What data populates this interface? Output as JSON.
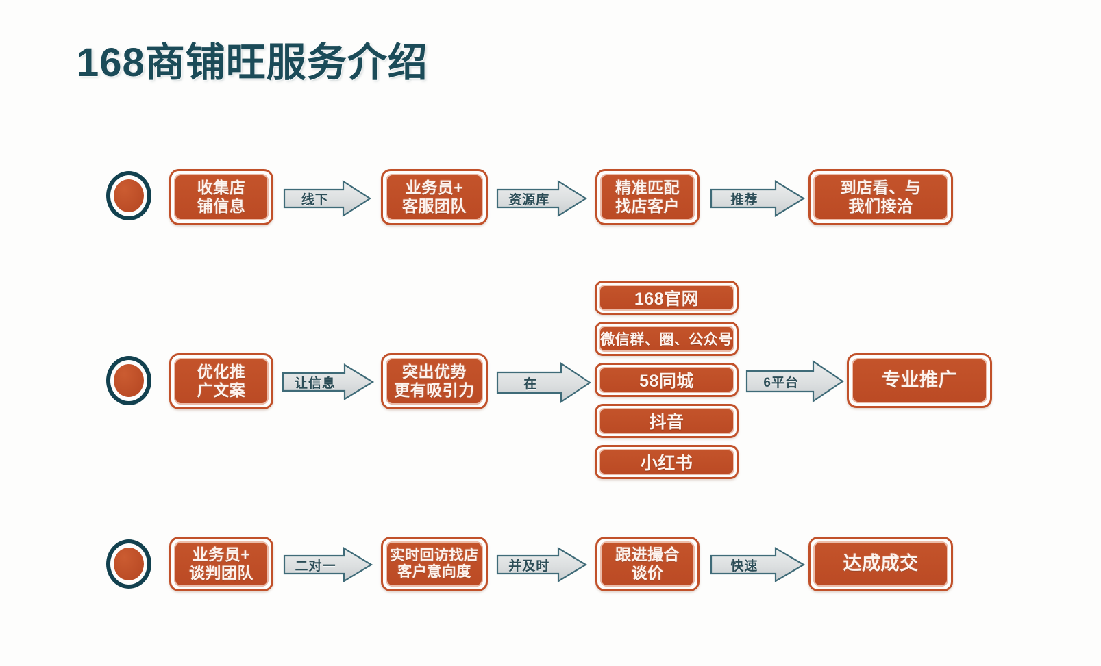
{
  "page": {
    "title": "168商铺旺服务介绍",
    "background_color": "#fdfdfc",
    "title_color": "#1b4b58",
    "accent_color": "#bf4f28",
    "arrow_color": "#d8dcdd",
    "arrow_outline_color": "#3f6b78"
  },
  "rows": [
    {
      "bullet": "row-bullet-1",
      "steps": [
        {
          "label": "收集店\n铺信息",
          "font_size": 23
        },
        {
          "label": "业务员+\n客服团队",
          "font_size": 23
        },
        {
          "label": "精准匹配\n找店客户",
          "font_size": 23
        },
        {
          "label": "到店看、与\n我们接洽",
          "font_size": 23
        }
      ],
      "arrows": [
        {
          "label": "线下"
        },
        {
          "label": "资源库"
        },
        {
          "label": "推荐"
        }
      ]
    },
    {
      "bullet": "row-bullet-2",
      "steps": [
        {
          "label": "优化推\n广文案",
          "font_size": 23
        },
        {
          "label": "突出优势\n更有吸引力",
          "font_size": 23
        },
        {
          "label": "专业推广",
          "font_size": 27
        }
      ],
      "arrows": [
        {
          "label": "让信息"
        },
        {
          "label": "在"
        },
        {
          "label": "6平台"
        }
      ],
      "platforms": [
        {
          "label": "168官网",
          "font_size": 25
        },
        {
          "label": "微信群、圈、公众号",
          "font_size": 22
        },
        {
          "label": "58同城",
          "font_size": 25
        },
        {
          "label": "抖音",
          "font_size": 25
        },
        {
          "label": "小红书",
          "font_size": 25
        }
      ]
    },
    {
      "bullet": "row-bullet-3",
      "steps": [
        {
          "label": "业务员+\n谈判团队",
          "font_size": 23
        },
        {
          "label": "实时回访找店\n客户意向度",
          "font_size": 21
        },
        {
          "label": "跟进撮合\n谈价",
          "font_size": 23
        },
        {
          "label": "达成成交",
          "font_size": 27
        }
      ],
      "arrows": [
        {
          "label": "二对一"
        },
        {
          "label": "并及时"
        },
        {
          "label": "快速"
        }
      ]
    }
  ]
}
